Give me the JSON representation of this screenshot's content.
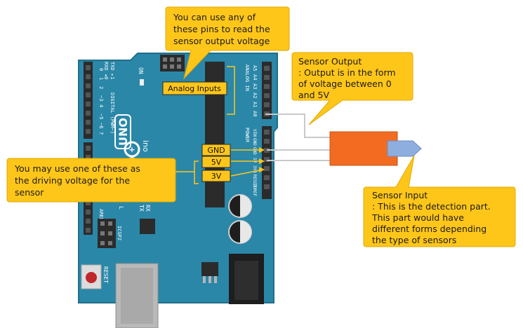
{
  "board": {
    "logo": "UNO",
    "brand_suffix": "ino",
    "digital_label": "DIGITAL (PWM~)",
    "analog_label": "ANALOG IN",
    "power_label": "POWER",
    "on_label": "ON",
    "reset_label": "RESET",
    "icsp_label": "ICSP2",
    "aref_label": "AREF",
    "l_label": "L",
    "tx_label": "TX",
    "rx_label": "RX",
    "txd_label": "TXD ▸1",
    "rxd_label": "RXD ◂0",
    "digital_pins": [
      "0",
      "1",
      "2",
      "~3",
      "4",
      "~5",
      "~6",
      "7"
    ],
    "analog_pins": [
      "A5",
      "A4",
      "A3",
      "A2",
      "A1",
      "A0"
    ],
    "power_pins": [
      "VIN",
      "GND",
      "GND",
      "5V",
      "3V3",
      "RESET",
      "IOREF"
    ],
    "colors": {
      "board": "#2a87a8",
      "board_edge": "#1f6f8b",
      "header": "#2b2b2b",
      "callout": "#ffc61a",
      "callout_edge": "#e0a800",
      "sensor": "#f26b21",
      "probe": "#8eaee0"
    }
  },
  "tags": {
    "analog_inputs": "Analog Inputs",
    "gnd": "GND",
    "v5": "5V",
    "v3": "3V"
  },
  "callouts": {
    "pins": [
      "You can use any of",
      "these pins to read the",
      "sensor output voltage"
    ],
    "output": [
      "Sensor Output",
      ": Output is in the form",
      "of voltage between 0",
      "and 5V"
    ],
    "driving": [
      "You may use one of these as",
      "the driving voltage for the",
      "sensor"
    ],
    "input": [
      "Sensor Input",
      ": This is the detection part.",
      "This part would have",
      "different forms depending",
      "the type of sensors"
    ]
  }
}
